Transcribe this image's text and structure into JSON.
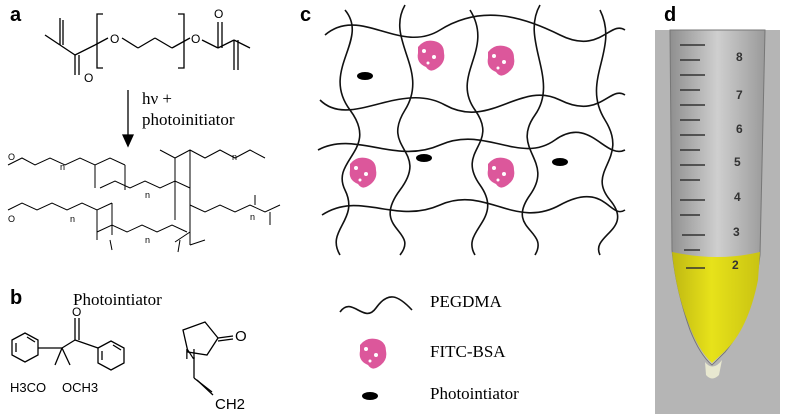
{
  "panels": {
    "a": {
      "label": "a",
      "arrow_text_1": "hν +",
      "arrow_text_2": "photoinitiator",
      "subscript_n": "n"
    },
    "b": {
      "label": "b",
      "title": "Photointiator",
      "ch3o_label": "H3CO",
      "och3_label": "OCH3",
      "o_label": "O",
      "n_label": "N",
      "ch2_label": "CH2"
    },
    "c": {
      "label": "c",
      "legend": [
        {
          "key": "pegdma",
          "text": "PEGDMA"
        },
        {
          "key": "fitc-bsa",
          "text": "FITC-BSA"
        },
        {
          "key": "photoinitiator",
          "text": "Photointiator"
        }
      ],
      "colors": {
        "protein": "#d63a8a",
        "lines": "#111111"
      }
    },
    "d": {
      "label": "d",
      "graduations": [
        "8",
        "7",
        "6",
        "5",
        "4",
        "3",
        "2"
      ],
      "liquid_color": "#e7e21a",
      "liquid_level_fraction": 0.2
    }
  }
}
